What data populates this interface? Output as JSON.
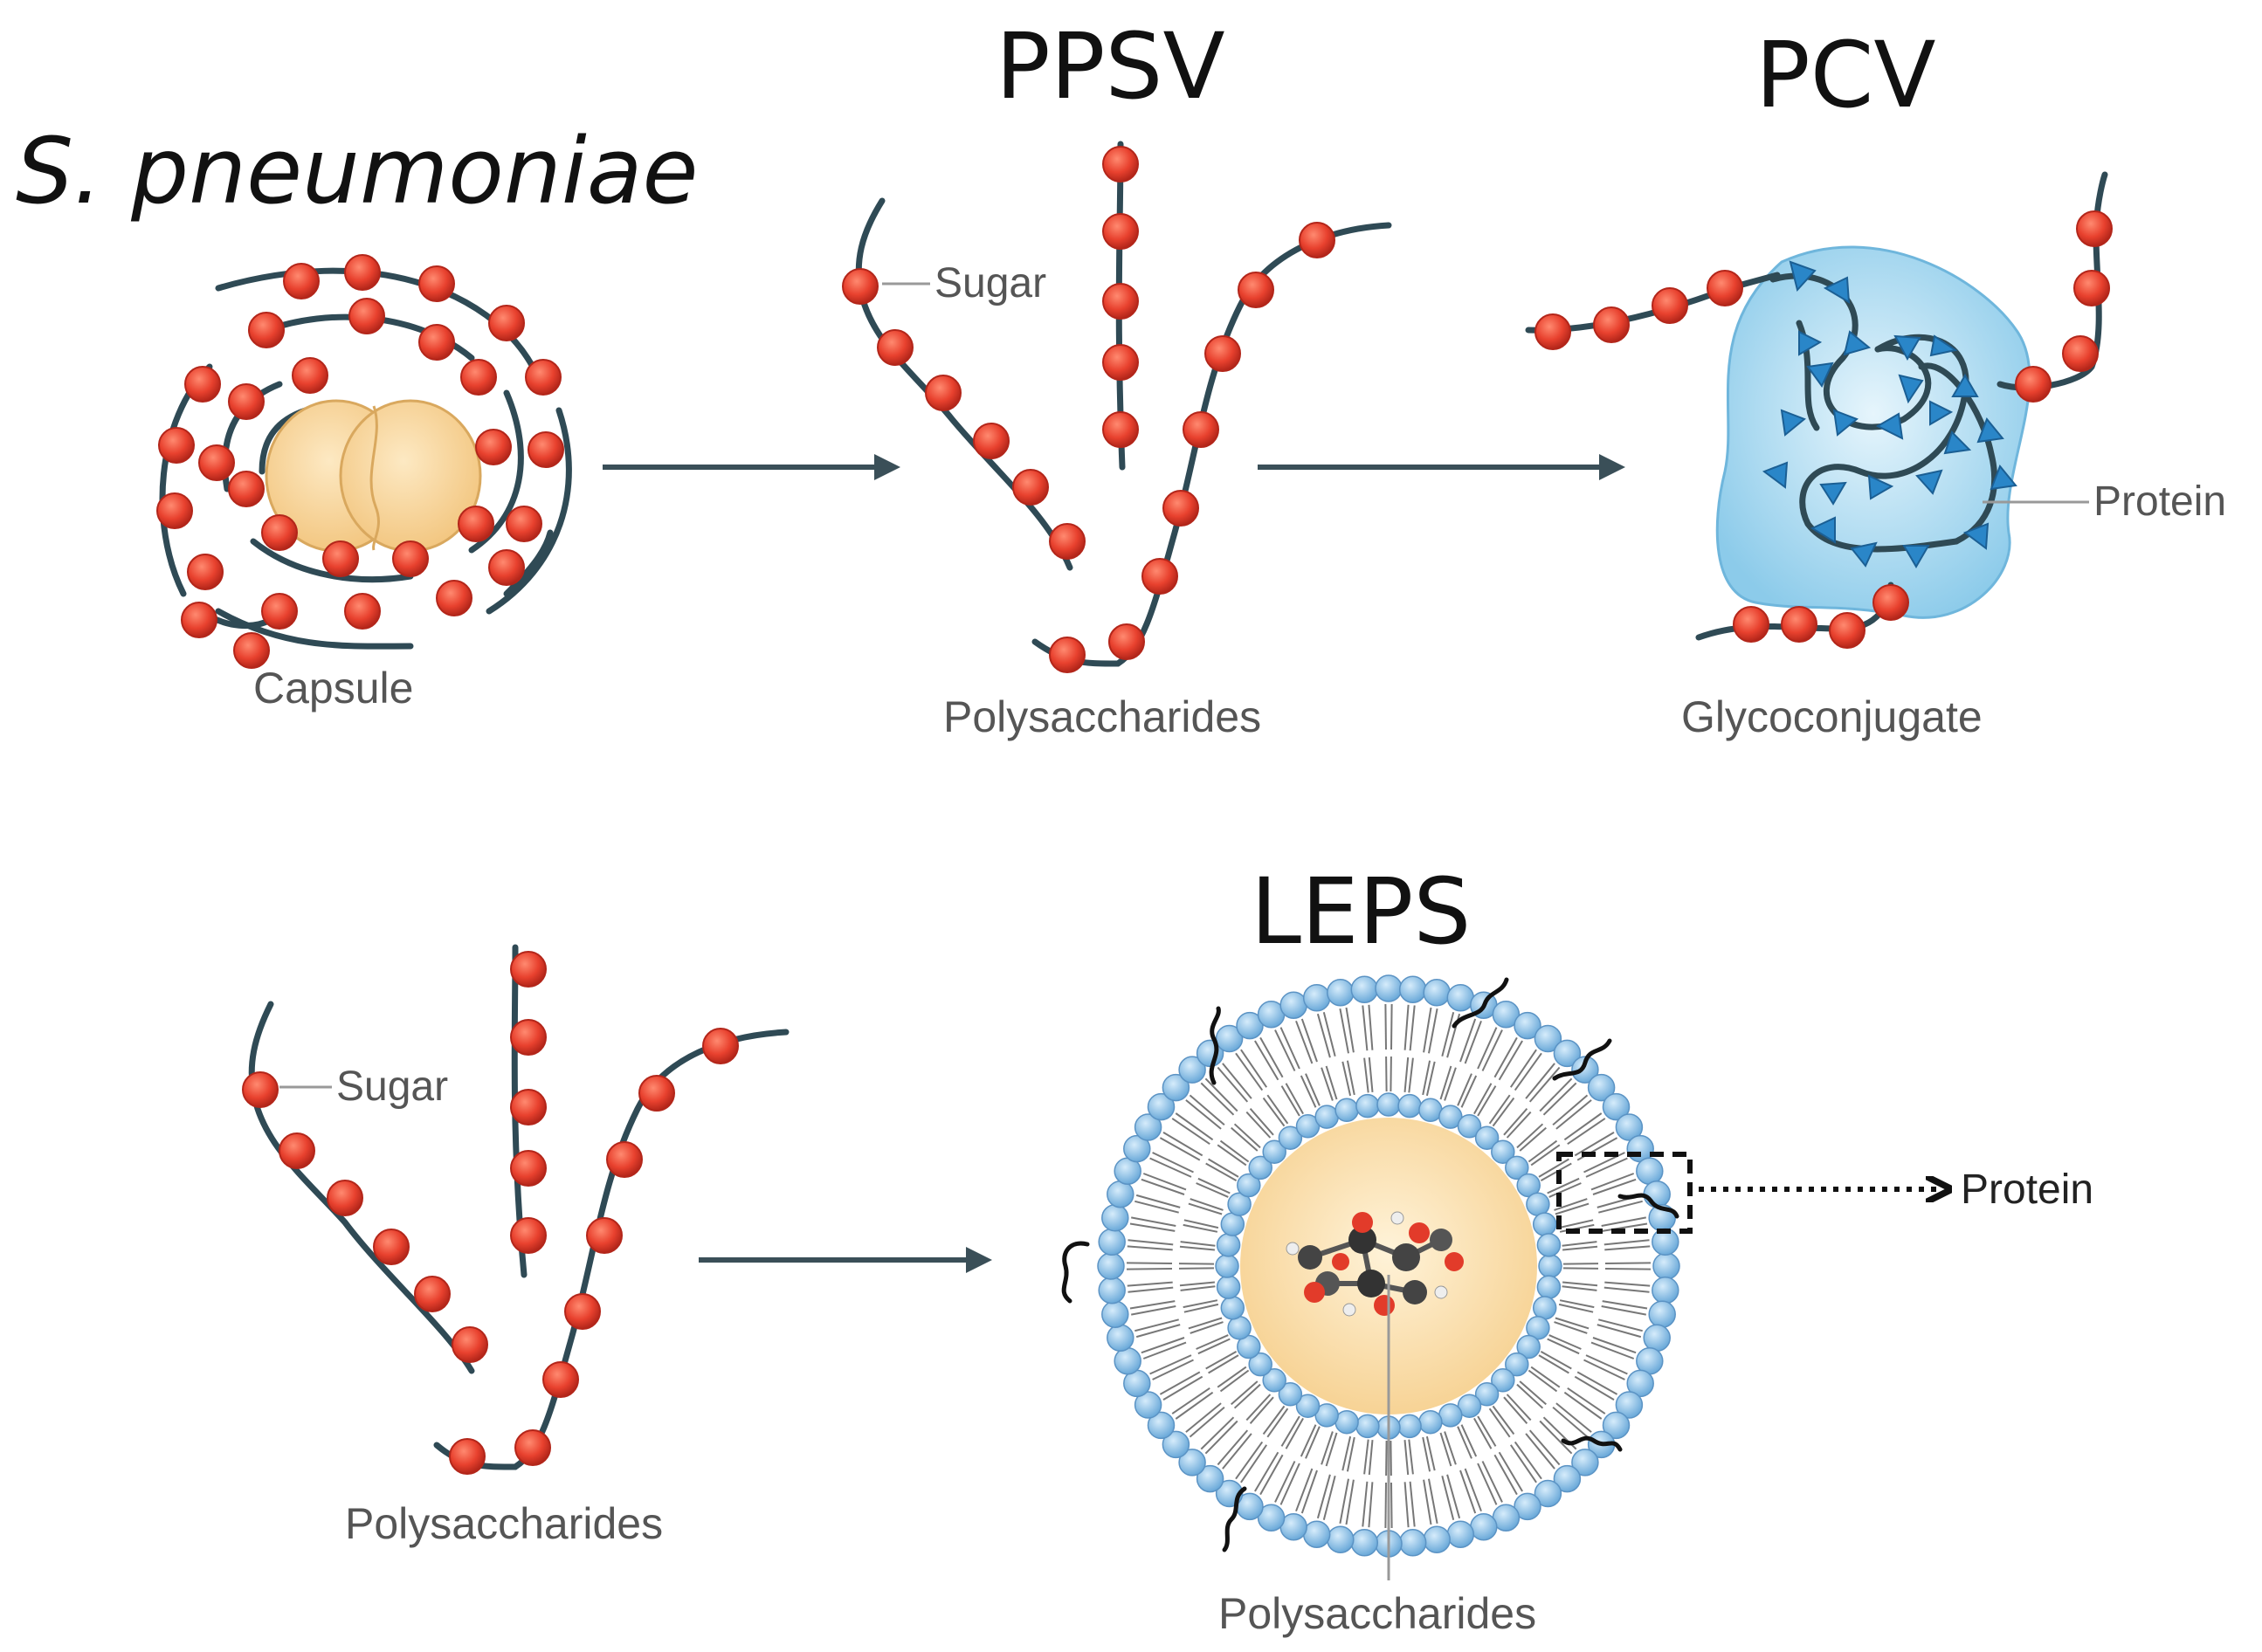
{
  "titles": {
    "organism": "S. pneumoniae",
    "ppsv": "PPSV",
    "pcv": "PCV",
    "leps": "LEPS"
  },
  "labels": {
    "capsule": "Capsule",
    "sugar_top": "Sugar",
    "polysaccharides_top": "Polysaccharides",
    "protein_pcv": "Protein",
    "glycoconjugate": "Glycoconjugate",
    "sugar_bottom": "Sugar",
    "polysaccharides_bottom": "Polysaccharides",
    "protein_leps": "Protein",
    "polysaccharides_leps": "Polysaccharides"
  },
  "colors": {
    "sugar_bead": "#e8412e",
    "sugar_bead_stroke": "#b3261a",
    "strand": "#2f4a55",
    "bacterium": "#f6cf8e",
    "protein_blob": "#8ccbea",
    "protein_triangle": "#2a86c8",
    "liposome_head": "#8ec3ea",
    "liposome_core": "#f8d89a",
    "arrow": "#3a4f58"
  }
}
